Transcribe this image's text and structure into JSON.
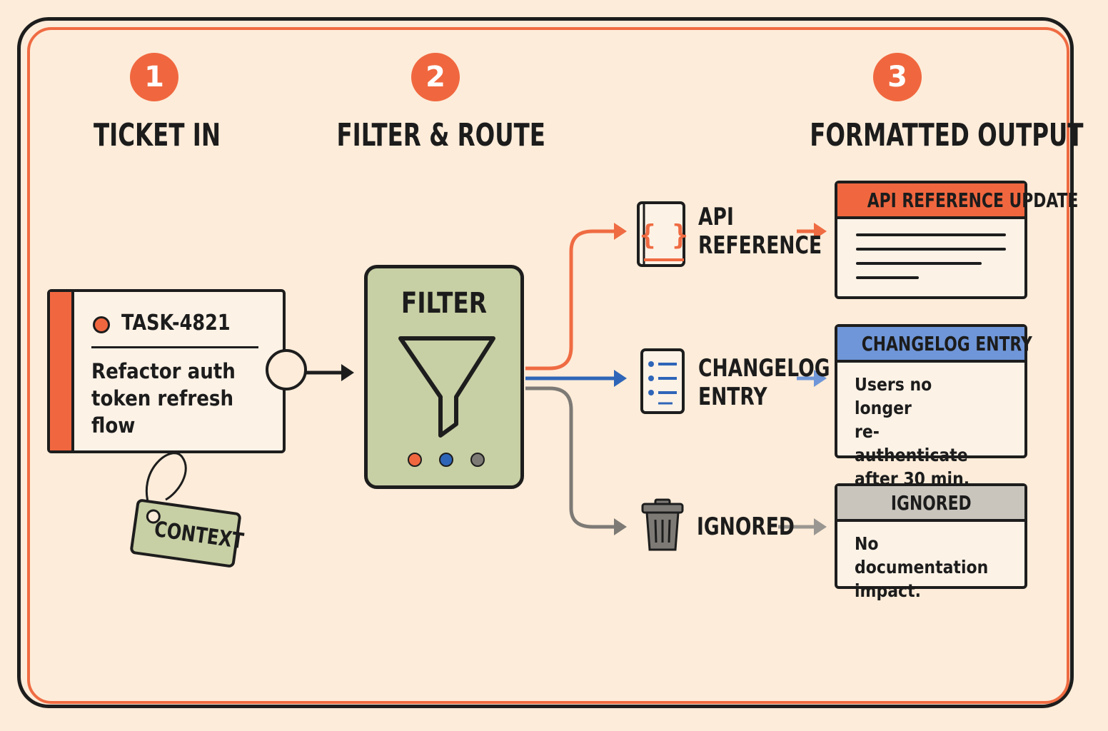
{
  "steps": [
    {
      "number": "1",
      "title": "TICKET IN"
    },
    {
      "number": "2",
      "title": "FILTER & ROUTE"
    },
    {
      "number": "3",
      "title": "FORMATTED OUTPUT"
    }
  ],
  "ticket": {
    "id": "TASK-4821",
    "description": "Refactor auth\ntoken refresh flow"
  },
  "context_tag": {
    "label": "CONTEXT"
  },
  "filter": {
    "label": "FILTER"
  },
  "routes": [
    {
      "label": "API\nREFERENCE",
      "icon": "code-braces-icon",
      "color": "#ef6b42"
    },
    {
      "label": "CHANGELOG\nENTRY",
      "icon": "list-icon",
      "color": "#2e65b8"
    },
    {
      "label": "IGNORED",
      "icon": "trash-icon",
      "color": "#7d7a76"
    }
  ],
  "outputs": [
    {
      "header": "API REFERENCE UPDATE",
      "header_color": "#f0673f",
      "body": ""
    },
    {
      "header": "CHANGELOG ENTRY",
      "header_color": "#6f96d8",
      "body": "Users no longer\nre-authenticate\nafter 30 min."
    },
    {
      "header": "IGNORED",
      "header_color": "#c9c5bd",
      "body": "No documentation\nimpact."
    }
  ],
  "colors": {
    "accent": "#f0673f",
    "blue": "#2e65b8",
    "gray": "#7d7a76",
    "sage": "#c7cfa4",
    "background": "#fdecd9",
    "ink": "#1d1d1d"
  }
}
